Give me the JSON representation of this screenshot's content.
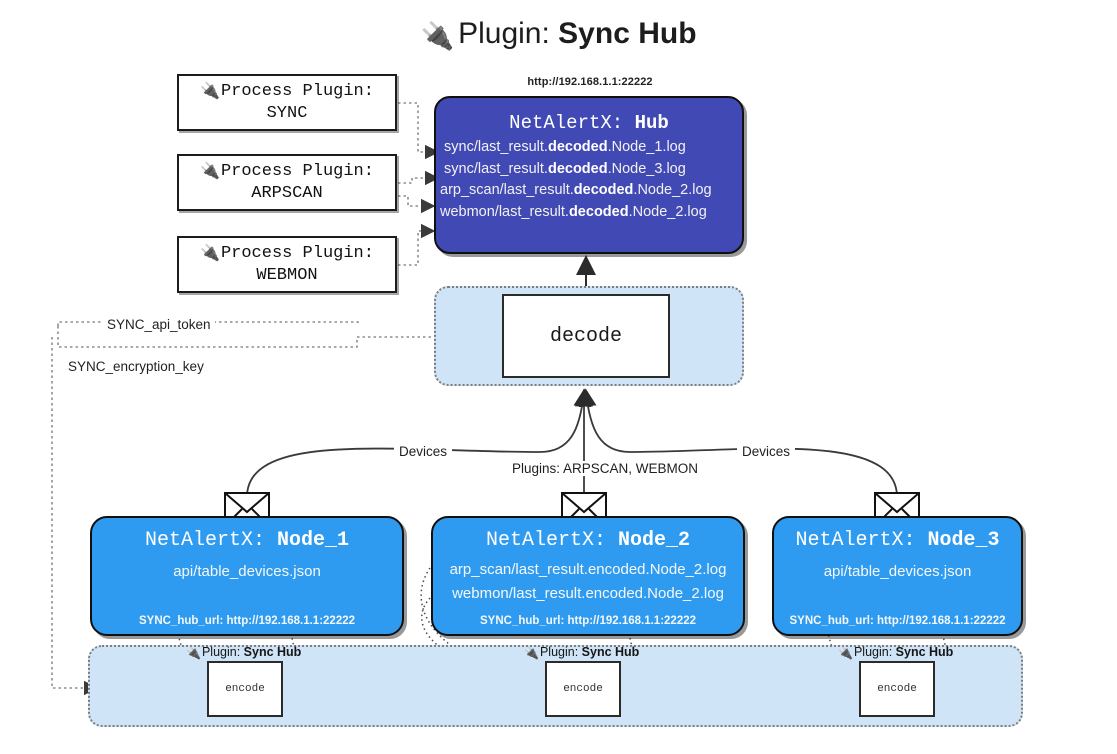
{
  "title": {
    "icon": "plug-icon",
    "glyph": "🔌",
    "prefix": "Plugin: ",
    "name": "Sync Hub"
  },
  "process_plugins": [
    {
      "icon": "plug-icon",
      "glyph": "🔌",
      "line1": "Process Plugin:",
      "line2": "SYNC"
    },
    {
      "icon": "plug-icon",
      "glyph": "🔌",
      "line1": "Process Plugin:",
      "line2": "ARPSCAN"
    },
    {
      "icon": "plug-icon",
      "glyph": "🔌",
      "line1": "Process Plugin:",
      "line2": "WEBMON"
    }
  ],
  "hub": {
    "url": "http://192.168.1.1:22222",
    "app": "NetAlertX: ",
    "name": "Hub",
    "logs": [
      {
        "pre": "sync/last_result.",
        "em": "decoded",
        "post": ".Node_1.log"
      },
      {
        "pre": "sync/last_result.",
        "em": "decoded",
        "post": ".Node_3.log"
      },
      {
        "pre": "arp_scan/last_result.",
        "em": "decoded",
        "post": ".Node_2.log"
      },
      {
        "pre": "webmon/last_result.",
        "em": "decoded",
        "post": ".Node_2.log"
      }
    ]
  },
  "decode": {
    "label": "decode"
  },
  "settings": {
    "api_token": "SYNC_api_token",
    "encryption_key": "SYNC_encryption_key"
  },
  "flows": {
    "devices_left": "Devices",
    "devices_right": "Devices",
    "plugins_center": "Plugins: ARPSCAN, WEBMON"
  },
  "nodes": [
    {
      "app": "NetAlertX: ",
      "name": "Node_1",
      "lines": [
        "api/table_devices.json"
      ],
      "hub_url": "SYNC_hub_url: http://192.168.1.1:22222",
      "envelope_icon": "envelope-icon"
    },
    {
      "app": "NetAlertX: ",
      "name": "Node_2",
      "lines": [
        "arp_scan/last_result.encoded.Node_2.log",
        "webmon/last_result.encoded.Node_2.log"
      ],
      "hub_url": "SYNC_hub_url: http://192.168.1.1:22222",
      "envelope_icon": "envelope-icon"
    },
    {
      "app": "NetAlertX: ",
      "name": "Node_3",
      "lines": [
        "api/table_devices.json"
      ],
      "hub_url": "SYNC_hub_url: http://192.168.1.1:22222",
      "envelope_icon": "envelope-icon"
    }
  ],
  "encoders": [
    {
      "glyph": "🔌",
      "prefix": "Plugin: ",
      "name": "Sync Hub",
      "label": "encode"
    },
    {
      "glyph": "🔌",
      "prefix": "Plugin: ",
      "name": "Sync Hub",
      "label": "encode"
    },
    {
      "glyph": "🔌",
      "prefix": "Plugin: ",
      "name": "Sync Hub",
      "label": "encode"
    }
  ],
  "colors": {
    "hub_fill": "#4149b4",
    "node_fill": "#2f9bf0",
    "container_fill": "#cfe4f7",
    "stroke": "#101010",
    "dotted": "#7e7e7e"
  }
}
